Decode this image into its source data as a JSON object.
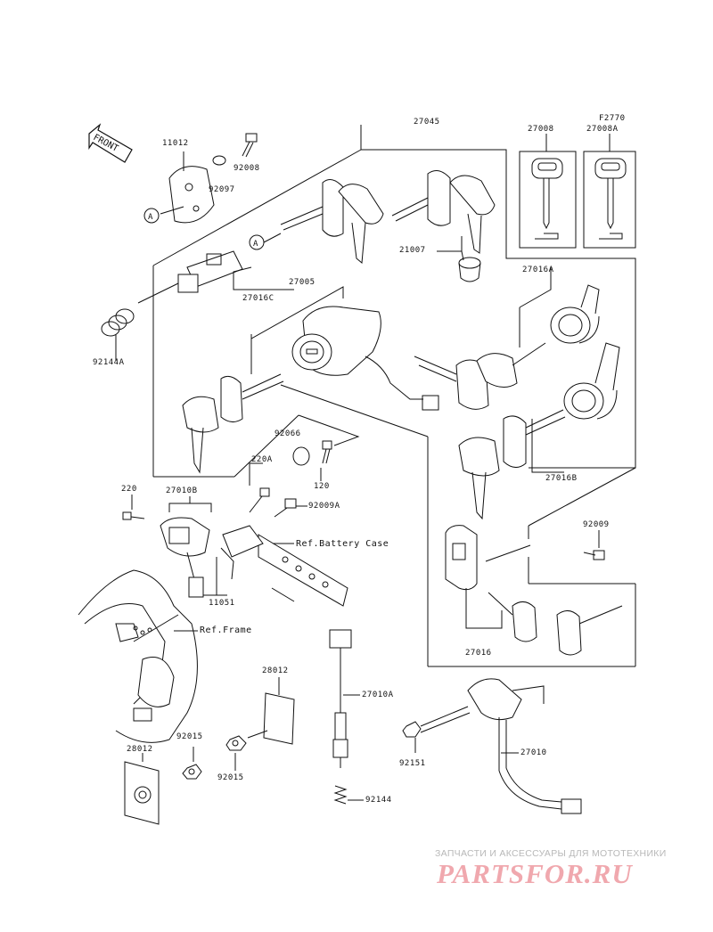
{
  "diagram": {
    "figure_code": "F2770",
    "front_arrow": "FRONT",
    "ref_a": "A",
    "labels": {
      "p11012": "11012",
      "p92008": "92008",
      "p92097": "92097",
      "p27045": "27045",
      "p27008": "27008",
      "p27008a": "27008A",
      "p21007": "21007",
      "p27016c": "27016C",
      "p27005": "27005",
      "p92144a": "92144A",
      "p27016a": "27016A",
      "p92066": "92066",
      "p220a": "220A",
      "p120": "120",
      "p220": "220",
      "p27010b": "27010B",
      "p92009a": "92009A",
      "ref_battery": "Ref.Battery Case",
      "p27016b": "27016B",
      "p92009": "92009",
      "p11051": "11051",
      "ref_frame": "Ref.Frame",
      "p27016": "27016",
      "p28012a": "28012",
      "p27010a": "27010A",
      "p28012b": "28012",
      "p92015a": "92015",
      "p92015b": "92015",
      "p92151": "92151",
      "p27010": "27010",
      "p92144": "92144"
    }
  },
  "watermark": {
    "line1": "ЗАПЧАСТИ И АКСЕССУАРЫ ДЛЯ МОТОТЕХНИКИ",
    "line2": "PARTSFOR.RU"
  }
}
